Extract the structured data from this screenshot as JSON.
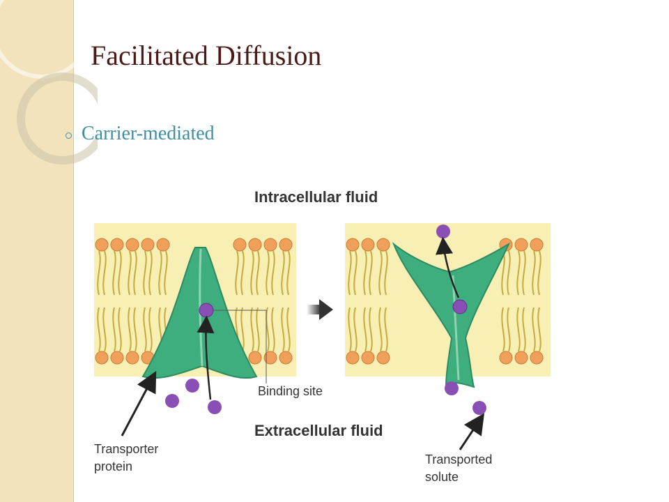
{
  "slide": {
    "title": "Facilitated Diffusion",
    "bullet": "Carrier-mediated"
  },
  "diagram": {
    "labels": {
      "intracellular": "Intracellular fluid",
      "extracellular": "Extracellular fluid",
      "binding_site": "Binding site",
      "transporter_line1": "Transporter",
      "transporter_line2": "protein",
      "solute_line1": "Transported",
      "solute_line2": "solute"
    },
    "colors": {
      "membrane": "#f7efb3",
      "lipid_head": "#f0a05a",
      "lipid_tail": "#c8aa3c",
      "protein": "#3fae7e",
      "solute": "#8a4fb5",
      "arrow": "#222222"
    }
  }
}
